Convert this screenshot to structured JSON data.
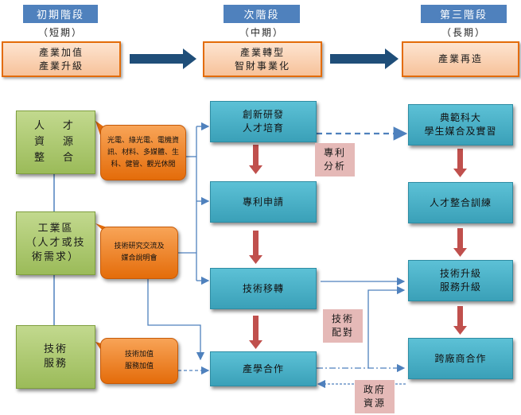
{
  "phases": [
    {
      "title": "初期階段",
      "term": "（短期）",
      "box": "產業加值\n產業升級"
    },
    {
      "title": "次階段",
      "term": "（中期）",
      "box": "產業轉型\n智財事業化"
    },
    {
      "title": "第三階段",
      "term": "（長期）",
      "box": "產業再造"
    }
  ],
  "resources": [
    {
      "label": "人　才\n資　源\n整　合",
      "note": "光電、綠光電、電機資\n訊、材料、多媒體、生\n科、健管、觀光休閒"
    },
    {
      "label": "工業區\n（人才或技\n術需求）",
      "note": "技術研究交流及\n媒合說明會"
    },
    {
      "label": "技術\n服務",
      "note": "技術加值\n服務加值"
    }
  ],
  "middle_steps": [
    "創新研發\n人才培育",
    "專利申請",
    "技術移轉",
    "產學合作"
  ],
  "right_steps": [
    "典範科大\n學生媒合及實習",
    "人才整合訓練",
    "技術升級\n服務升級",
    "跨廠商合作"
  ],
  "pink_labels": [
    "專利\n分析",
    "技術\n配對",
    "政府\n資源"
  ],
  "colors": {
    "phase_header": "#4f81bd",
    "peach_box": "#fbd4b4",
    "teal_box": "#4bacc6",
    "green_box": "#9bbb59",
    "orange_note": "#f79646",
    "pink_label": "#e5b9b7",
    "navy_arrow": "#1f4e79",
    "red_arrow": "#c0504d",
    "connector": "#4f81bd"
  }
}
